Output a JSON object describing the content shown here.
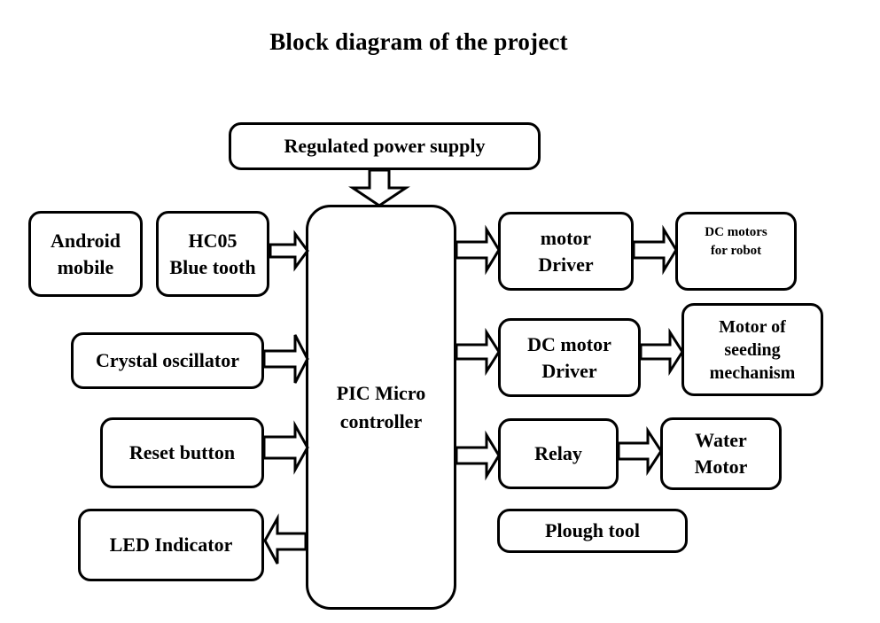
{
  "title": "Block diagram of the project",
  "blocks": {
    "power_supply": "Regulated power supply",
    "android": "Android\nmobile",
    "bluetooth": "HC05\nBlue tooth",
    "crystal": "Crystal oscillator",
    "reset": "Reset button",
    "led": "LED Indicator",
    "mcu": "PIC Micro\ncontroller",
    "motor_driver": "motor\nDriver",
    "dc_motors": "DC motors\nfor robot",
    "dc_motor_driver": "DC motor\nDriver",
    "seeding_motor": "Motor of\nseeding\nmechanism",
    "relay": "Relay",
    "water_motor": "Water\nMotor",
    "plough": "Plough tool"
  },
  "connections": [
    {
      "from": "power_supply",
      "to": "mcu"
    },
    {
      "from": "bluetooth",
      "to": "mcu"
    },
    {
      "from": "crystal",
      "to": "mcu"
    },
    {
      "from": "reset",
      "to": "mcu"
    },
    {
      "from": "mcu",
      "to": "led"
    },
    {
      "from": "mcu",
      "to": "motor_driver"
    },
    {
      "from": "motor_driver",
      "to": "dc_motors"
    },
    {
      "from": "mcu",
      "to": "dc_motor_driver"
    },
    {
      "from": "dc_motor_driver",
      "to": "seeding_motor"
    },
    {
      "from": "mcu",
      "to": "relay"
    },
    {
      "from": "relay",
      "to": "water_motor"
    }
  ]
}
